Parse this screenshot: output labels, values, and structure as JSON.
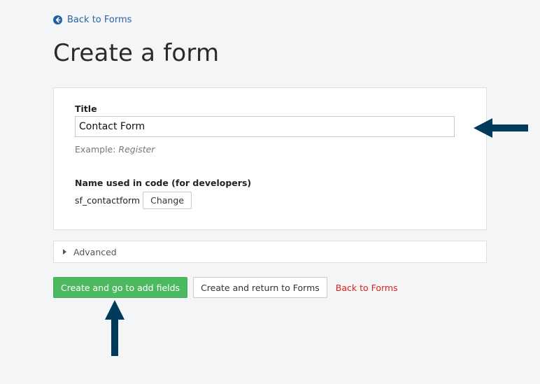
{
  "nav": {
    "back_label": "Back to Forms",
    "back_icon": "arrow-circle-left-icon"
  },
  "page": {
    "title": "Create a form"
  },
  "form": {
    "title_label": "Title",
    "title_value": "Contact Form",
    "hint_prefix": "Example: ",
    "hint_example": "Register",
    "code_label": "Name used in code (for developers)",
    "code_value": "sf_contactform",
    "change_label": "Change"
  },
  "advanced": {
    "label": "Advanced",
    "expanded": false
  },
  "actions": {
    "primary_label": "Create and go to add fields",
    "secondary_label": "Create and return to Forms",
    "cancel_label": "Back to Forms"
  },
  "colors": {
    "background": "#f4f5f7",
    "link": "#2b63a6",
    "primary": "#4cb860",
    "danger": "#e02020",
    "annotation_arrow": "#003b5c"
  },
  "annotations": [
    {
      "type": "arrow",
      "direction": "left",
      "points_to": "title-input"
    },
    {
      "type": "arrow",
      "direction": "up",
      "points_to": "create-and-add-fields-button"
    }
  ]
}
